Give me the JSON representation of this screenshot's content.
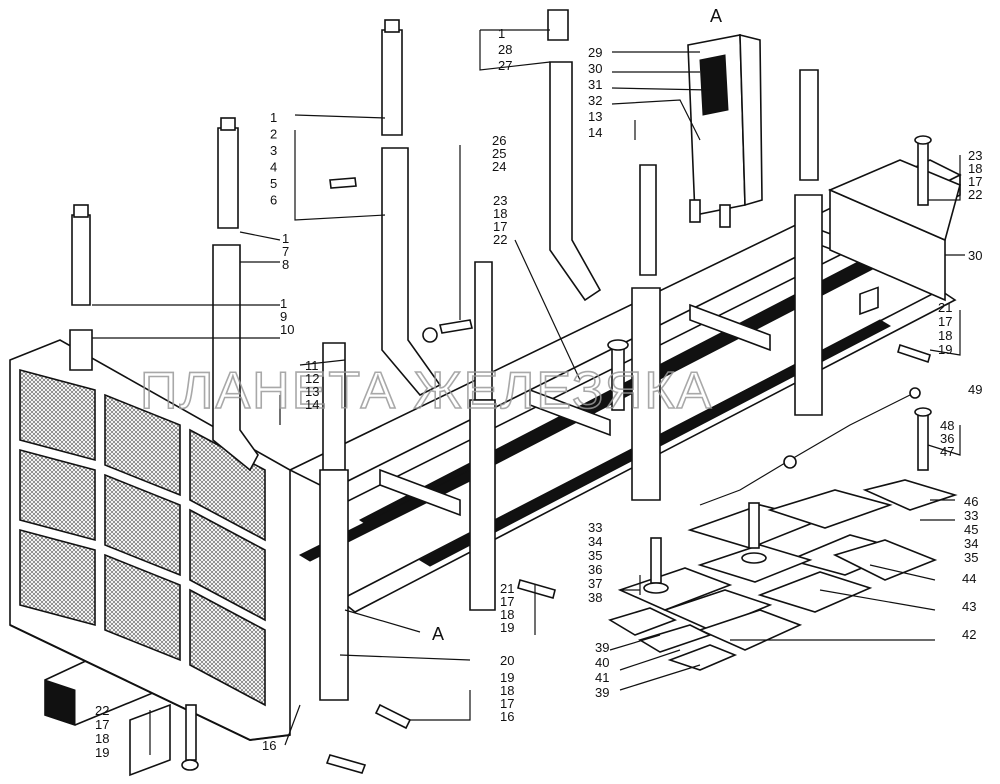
{
  "watermark": "ПЛАНЕТА ЖЕЛЕЗЯКА",
  "view_labels": {
    "detail_view": "А",
    "arrow_ref": "А"
  },
  "callouts": {
    "post_top_center": [
      "1",
      "28",
      "27"
    ],
    "detail_a": [
      "29",
      "30",
      "31",
      "32",
      "13",
      "14"
    ],
    "right_top_bolt": [
      "23",
      "18",
      "17",
      "22"
    ],
    "main_post": [
      "1",
      "2",
      "3",
      "4",
      "5",
      "6"
    ],
    "center_post_bolt": [
      "26",
      "25",
      "24"
    ],
    "center_left_bolt": [
      "23",
      "18",
      "17",
      "22"
    ],
    "left_post_1": [
      "1",
      "7",
      "8"
    ],
    "left_post_2": [
      "1",
      "9",
      "10"
    ],
    "front_post": [
      "11",
      "12",
      "13",
      "14"
    ],
    "frame_side": [
      "30"
    ],
    "right_side_bolt": [
      "21",
      "17",
      "18",
      "19"
    ],
    "chain": [
      "49"
    ],
    "right_bolt_b": [
      "48",
      "36",
      "47"
    ],
    "plate_set_right": [
      "46",
      "33",
      "45",
      "34",
      "35"
    ],
    "plates": [
      "44",
      "43",
      "42"
    ],
    "plate_bolt_left": [
      "33",
      "34",
      "35",
      "36",
      "37",
      "38"
    ],
    "lower_plates": [
      "39",
      "40",
      "41",
      "39"
    ],
    "mid_bolt": [
      "21",
      "17",
      "18",
      "19"
    ],
    "bracket": [
      "20"
    ],
    "bottom_bolt_right": [
      "19",
      "18",
      "17",
      "16"
    ],
    "bottom_left_bolt": [
      "22",
      "17",
      "18",
      "19"
    ],
    "bottom_link": [
      "16"
    ]
  }
}
